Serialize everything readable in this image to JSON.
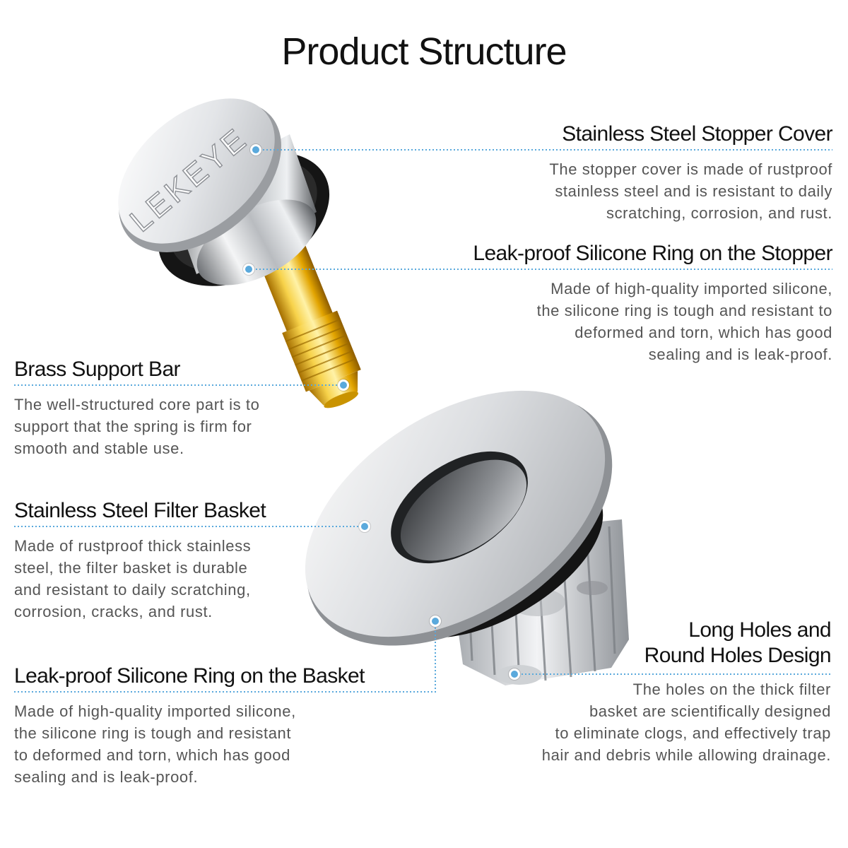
{
  "title": "Product Structure",
  "callouts": {
    "stopper_cover": {
      "heading": "Stainless Steel Stopper Cover",
      "lines": [
        "The stopper cover is made of rustproof",
        "stainless steel and is resistant to daily",
        "scratching, corrosion, and rust."
      ]
    },
    "stopper_ring": {
      "heading": "Leak-proof Silicone Ring on the Stopper",
      "lines": [
        "Made of high-quality imported silicone,",
        "the silicone ring is tough and resistant to",
        "deformed and torn, which has good",
        "sealing and is leak-proof."
      ]
    },
    "brass_bar": {
      "heading": "Brass Support Bar",
      "lines": [
        "The well-structured core part is to",
        "support that the spring is firm for",
        "smooth and stable use."
      ]
    },
    "filter_basket": {
      "heading": "Stainless Steel Filter Basket",
      "lines": [
        "Made of rustproof thick stainless",
        "steel, the filter basket is durable",
        "and resistant to daily scratching,",
        "corrosion, cracks, and rust."
      ]
    },
    "basket_ring": {
      "heading": "Leak-proof Silicone Ring on the Basket",
      "lines": [
        "Made of high-quality imported silicone,",
        "the silicone ring is tough and resistant",
        "to deformed and torn, which has good",
        "sealing and is leak-proof."
      ]
    },
    "holes": {
      "heading_lines": [
        "Long Holes and",
        "Round Holes Design"
      ],
      "lines": [
        "The holes on the thick filter",
        "basket are scientifically designed",
        "to eliminate clogs, and effectively trap",
        "hair and debris while allowing drainage."
      ]
    }
  },
  "brand": "LEKEYE",
  "colors": {
    "leader_line": "#5aa9dc",
    "marker": "#5aa9dc",
    "brass": "#e8b10e",
    "silicone": "#1a1a1a",
    "steel": "#c9ccd0"
  }
}
